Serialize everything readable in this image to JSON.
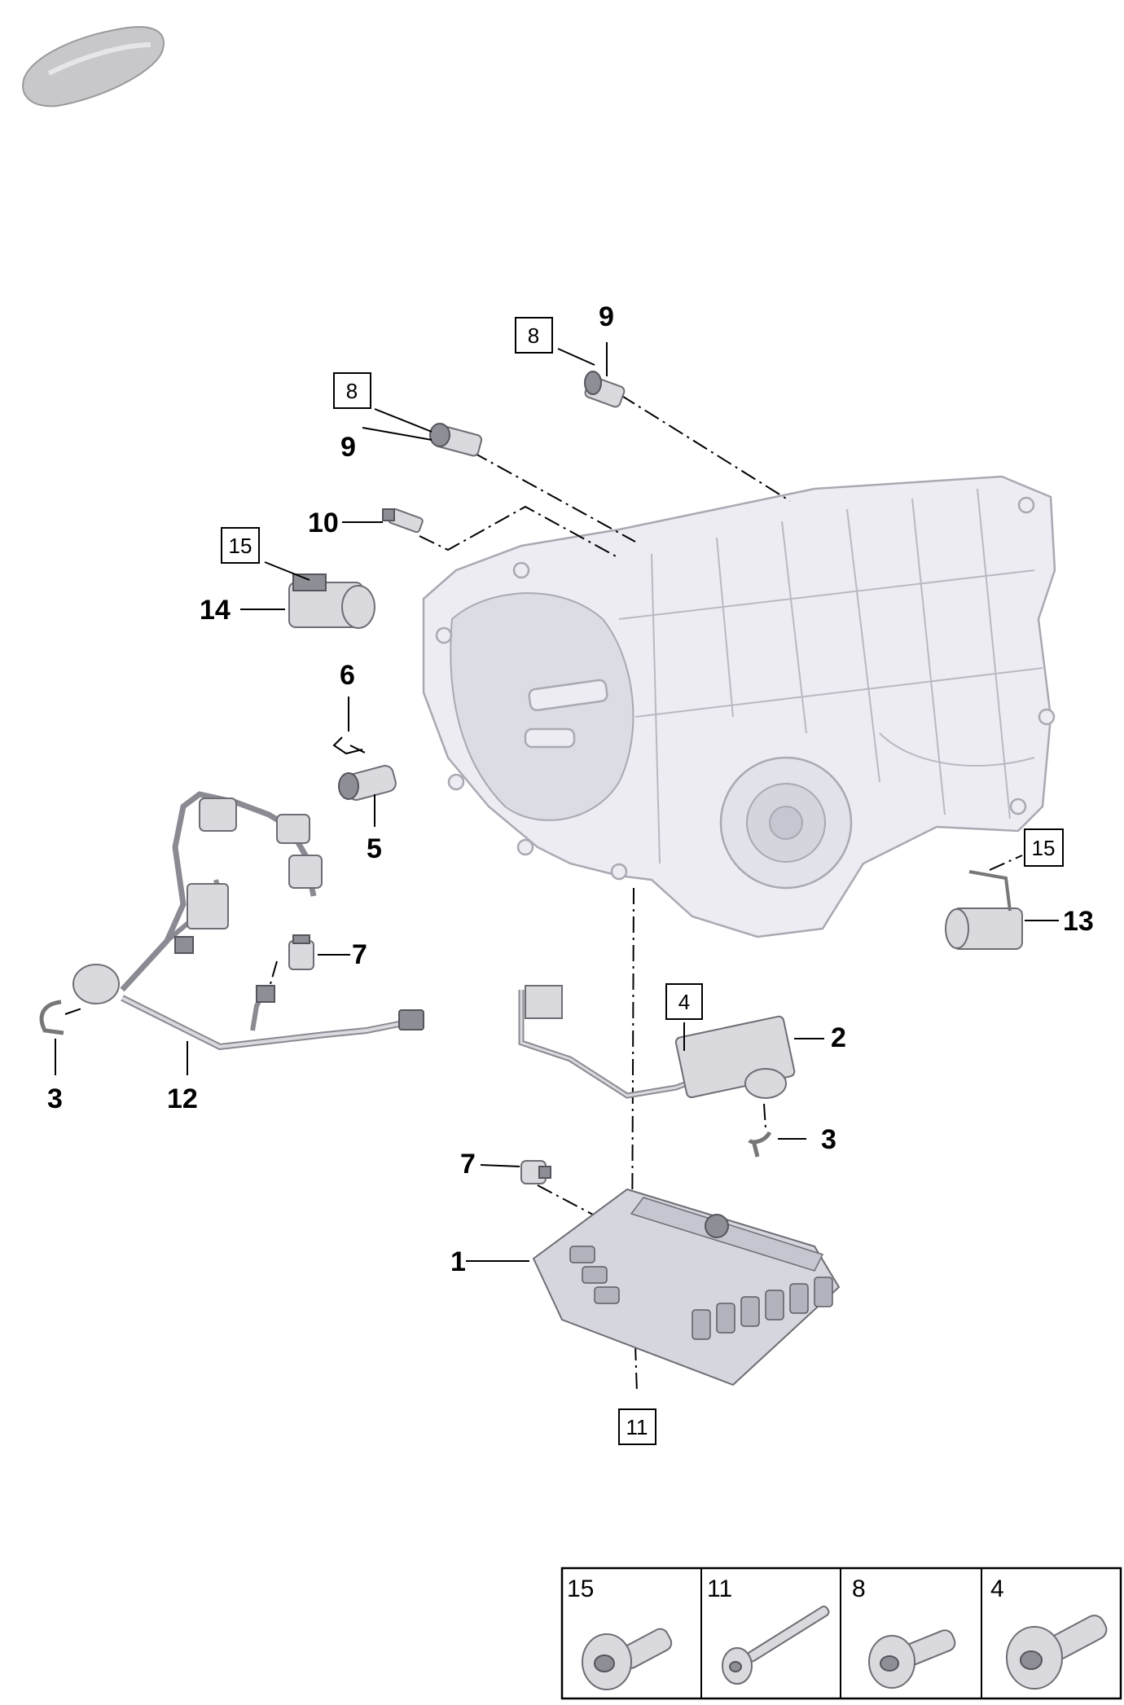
{
  "callouts": {
    "c1": "1",
    "c2": "2",
    "c3a": "3",
    "c3b": "3",
    "c4": "4",
    "c5": "5",
    "c6": "6",
    "c7a": "7",
    "c7b": "7",
    "c8a": "8",
    "c8b": "8",
    "c9a": "9",
    "c9b": "9",
    "c10": "10",
    "c11": "11",
    "c12": "12",
    "c13": "13",
    "c14": "14",
    "c15a": "15",
    "c15b": "15"
  },
  "legend": {
    "cells": [
      {
        "label": "15",
        "icon": "flange-bolt-icon"
      },
      {
        "label": "11",
        "icon": "long-bolt-icon"
      },
      {
        "label": "8",
        "icon": "flange-bolt-icon"
      },
      {
        "label": "4",
        "icon": "flange-bolt-icon"
      }
    ]
  },
  "colors": {
    "housing": "#ececf2",
    "part": "#d9d9de",
    "outline": "#000000"
  }
}
